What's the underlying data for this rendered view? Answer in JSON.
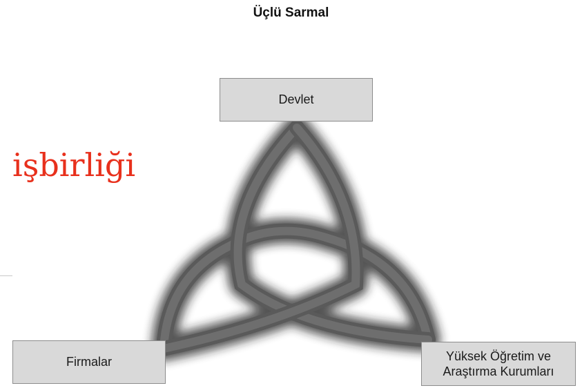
{
  "title": "Üçlü Sarmal",
  "side_text": "işbirliği",
  "nodes": {
    "top": "Devlet",
    "left": "Firmalar",
    "right": "Yüksek Öğretim ve\nAraştırma Kurumları"
  },
  "colors": {
    "knot": "#646464",
    "knot_shadow": "#1e1e1e",
    "box_fill": "#d9d9d9",
    "box_border": "#8c8c8c",
    "side_text": "#e8301c"
  }
}
